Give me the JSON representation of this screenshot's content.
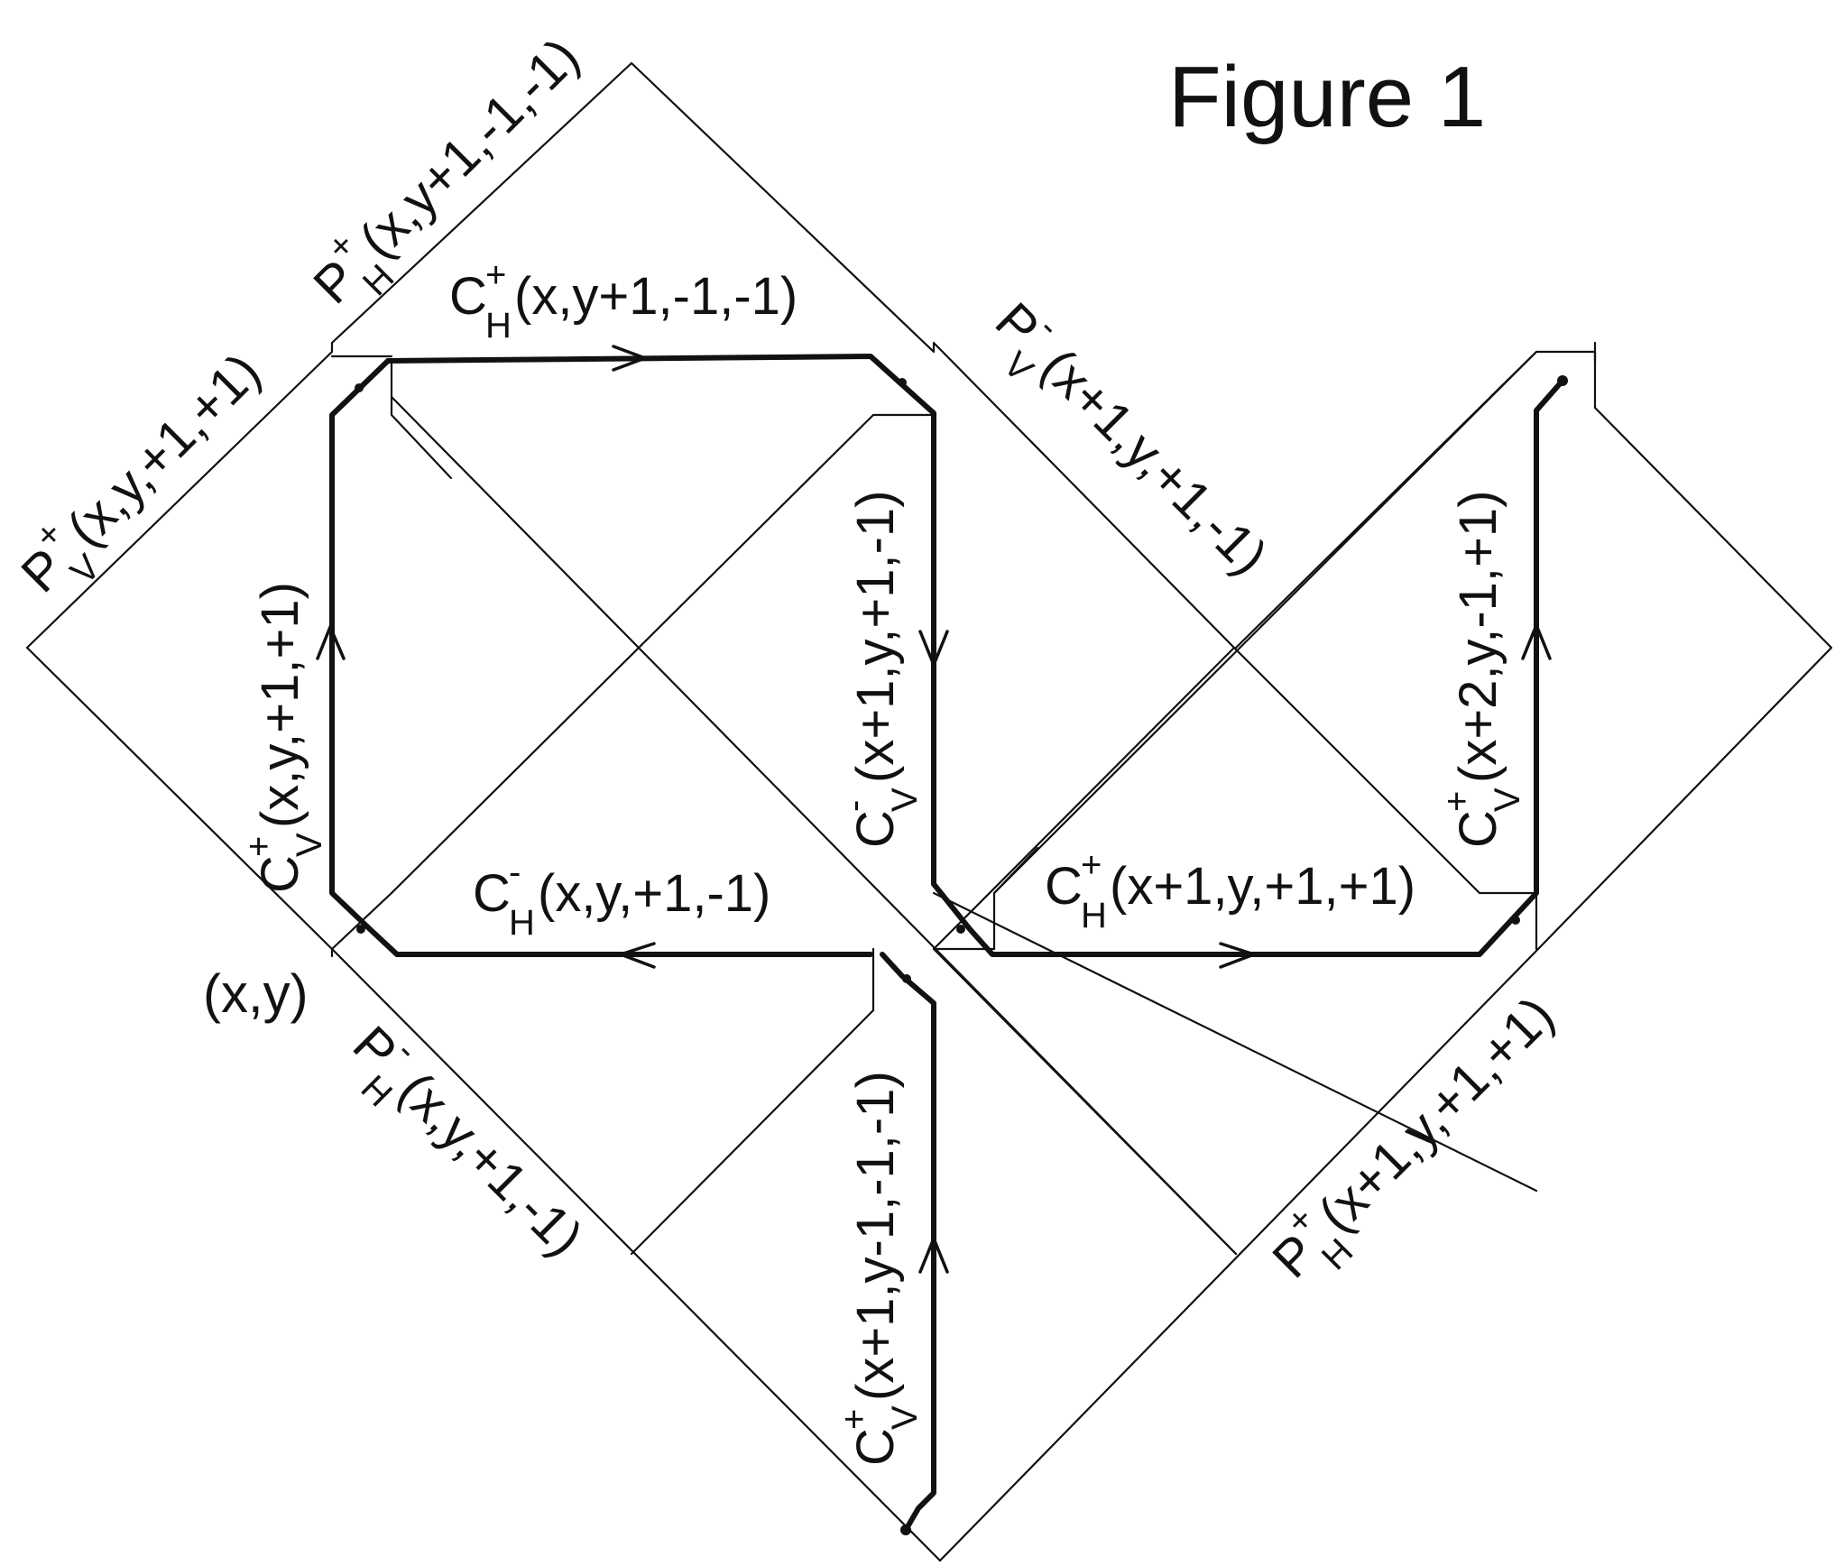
{
  "title": "Figure 1",
  "origin_label": "(x,y)",
  "labels": {
    "P_V_plus_xy": {
      "sym": "P",
      "sup": "+",
      "sub": "V",
      "args": "(x,y,+1,+1)"
    },
    "P_H_plus_xy1": {
      "sym": "P",
      "sup": "+",
      "sub": "H",
      "args": "(x,y+1,-1,-1)"
    },
    "P_V_minus_x1y": {
      "sym": "P",
      "sup": "-",
      "sub": "V",
      "args": "(x+1,y,+1,-1)"
    },
    "P_H_minus_xy": {
      "sym": "P",
      "sup": "-",
      "sub": "H",
      "args": "(x,y,+1,-1)"
    },
    "P_H_plus_x1y": {
      "sym": "P",
      "sup": "+",
      "sub": "H",
      "args": "(x+1,y,+1,+1)"
    },
    "C_H_plus_xy1": {
      "sym": "C",
      "sup": "+",
      "sub": "H",
      "args": "(x,y+1,-1,-1)"
    },
    "C_V_plus_xy": {
      "sym": "C",
      "sup": "+",
      "sub": "V",
      "args": "(x,y,+1,+1)"
    },
    "C_V_minus_x1y": {
      "sym": "C",
      "sup": "-",
      "sub": "V",
      "args": "(x+1,y,+1,-1)"
    },
    "C_H_minus_xy": {
      "sym": "C",
      "sup": "-",
      "sub": "H",
      "args": "(x,y,+1,-1)"
    },
    "C_H_plus_x1y": {
      "sym": "C",
      "sup": "+",
      "sub": "H",
      "args": "(x+1,y,+1,+1)"
    },
    "C_V_plus_x2y": {
      "sym": "C",
      "sup": "+",
      "sub": "V",
      "args": "(x+2,y,-1,+1)"
    },
    "C_V_plus_x1y1": {
      "sym": "C",
      "sup": "+",
      "sub": "V",
      "args": "(x+1,y-1,-1,-1)"
    }
  }
}
